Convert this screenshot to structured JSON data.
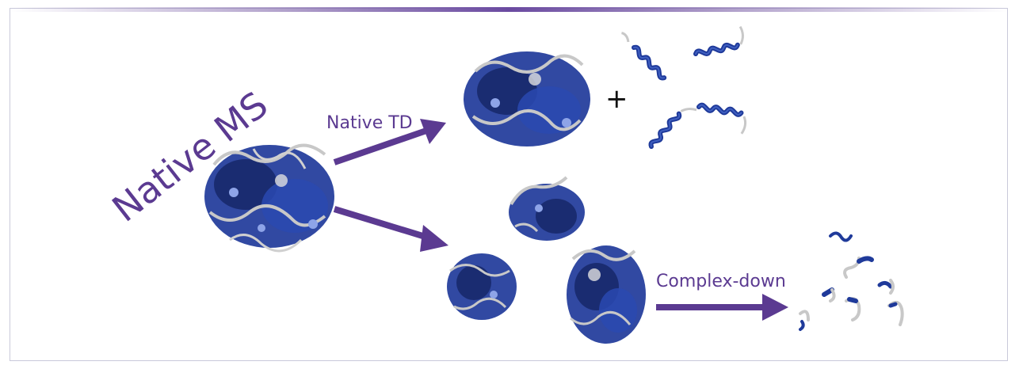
{
  "labels": {
    "main_title": "Native MS",
    "arrow_top": "Native TD",
    "arrow_bottom_right": "Complex-down",
    "plus": "+"
  },
  "colors": {
    "accent_purple": "#5b3a91",
    "protein_blue": "#1f3a9a",
    "protein_dark": "#152565",
    "protein_gray": "#b8b8b8",
    "frame_border": "#c9c9da"
  },
  "icons": {
    "large_complex": "protein-complex-icon",
    "small_helix": "helix-fragment-icon",
    "peptide": "peptide-fragment-icon"
  }
}
